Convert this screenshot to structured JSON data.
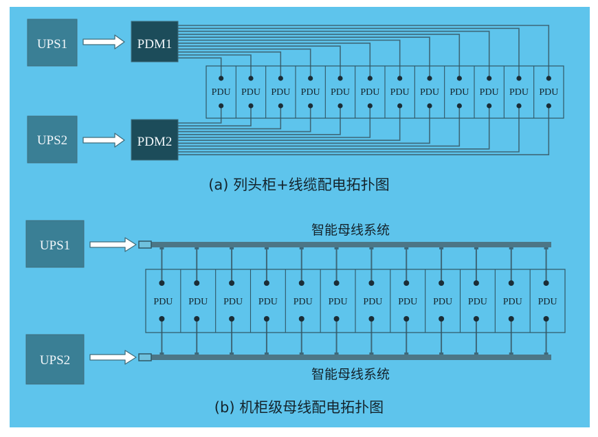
{
  "colors": {
    "background": "#5ec4ec",
    "ups_fill": "#3a7f95",
    "pdm_fill": "#1c4c5a",
    "line": "#3f6c7b",
    "wire": "#3d6778",
    "bus": "#4c7686",
    "pdu_outline": "#2f5664",
    "dot": "#1b2d36",
    "text": "#14232b",
    "box_text": "#f2f7fa"
  },
  "diagram_a": {
    "ups1_label": "UPS1",
    "ups2_label": "UPS2",
    "pdm1_label": "PDM1",
    "pdm2_label": "PDM2",
    "pdu_labels": [
      "PDU",
      "PDU",
      "PDU",
      "PDU",
      "PDU",
      "PDU",
      "PDU",
      "PDU",
      "PDU",
      "PDU",
      "PDU",
      "PDU"
    ],
    "caption": "(a)  列头柜+线缆配电拓扑图"
  },
  "diagram_b": {
    "ups1_label": "UPS1",
    "ups2_label": "UPS2",
    "bus_top_label": "智能母线系统",
    "bus_bottom_label": "智能母线系统",
    "pdu_labels": [
      "PDU",
      "PDU",
      "PDU",
      "PDU",
      "PDU",
      "PDU",
      "PDU",
      "PDU",
      "PDU",
      "PDU",
      "PDU",
      "PDU"
    ],
    "caption": "(b)  机柜级母线配电拓扑图"
  }
}
